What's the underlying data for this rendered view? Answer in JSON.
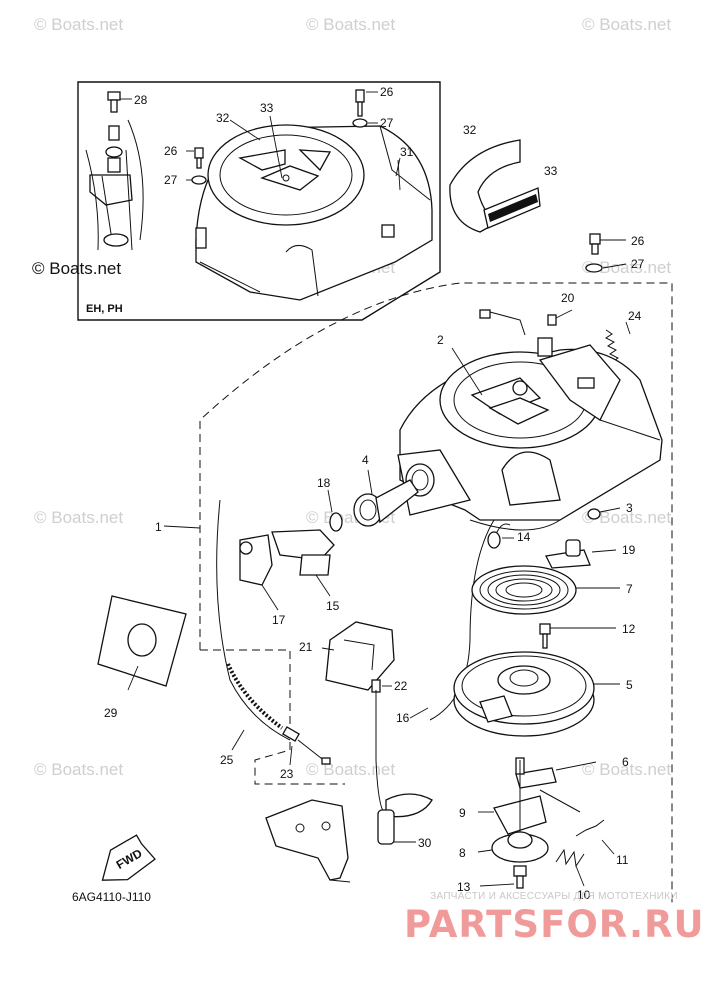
{
  "watermark": "© Boats.net",
  "inset": {
    "note": "EH, PH",
    "copyright": "© Boats.net"
  },
  "drawing_code": "6AG4110-J110",
  "fwd_label": "FWD",
  "brand": {
    "tagline": "ЗАПЧАСТИ И АКСЕССУАРЫ ДЛЯ МОТОТЕХНИКИ",
    "name": "PARTSFOR.RU"
  },
  "callouts": [
    "1",
    "2",
    "3",
    "4",
    "5",
    "6",
    "7",
    "8",
    "9",
    "10",
    "11",
    "12",
    "13",
    "14",
    "15",
    "16",
    "17",
    "18",
    "19",
    "20",
    "21",
    "22",
    "23",
    "24",
    "25",
    "26",
    "27",
    "28",
    "29",
    "30",
    "31",
    "32",
    "33"
  ],
  "inset_callouts": [
    "28",
    "33",
    "32",
    "26",
    "27",
    "26",
    "27",
    "31"
  ]
}
